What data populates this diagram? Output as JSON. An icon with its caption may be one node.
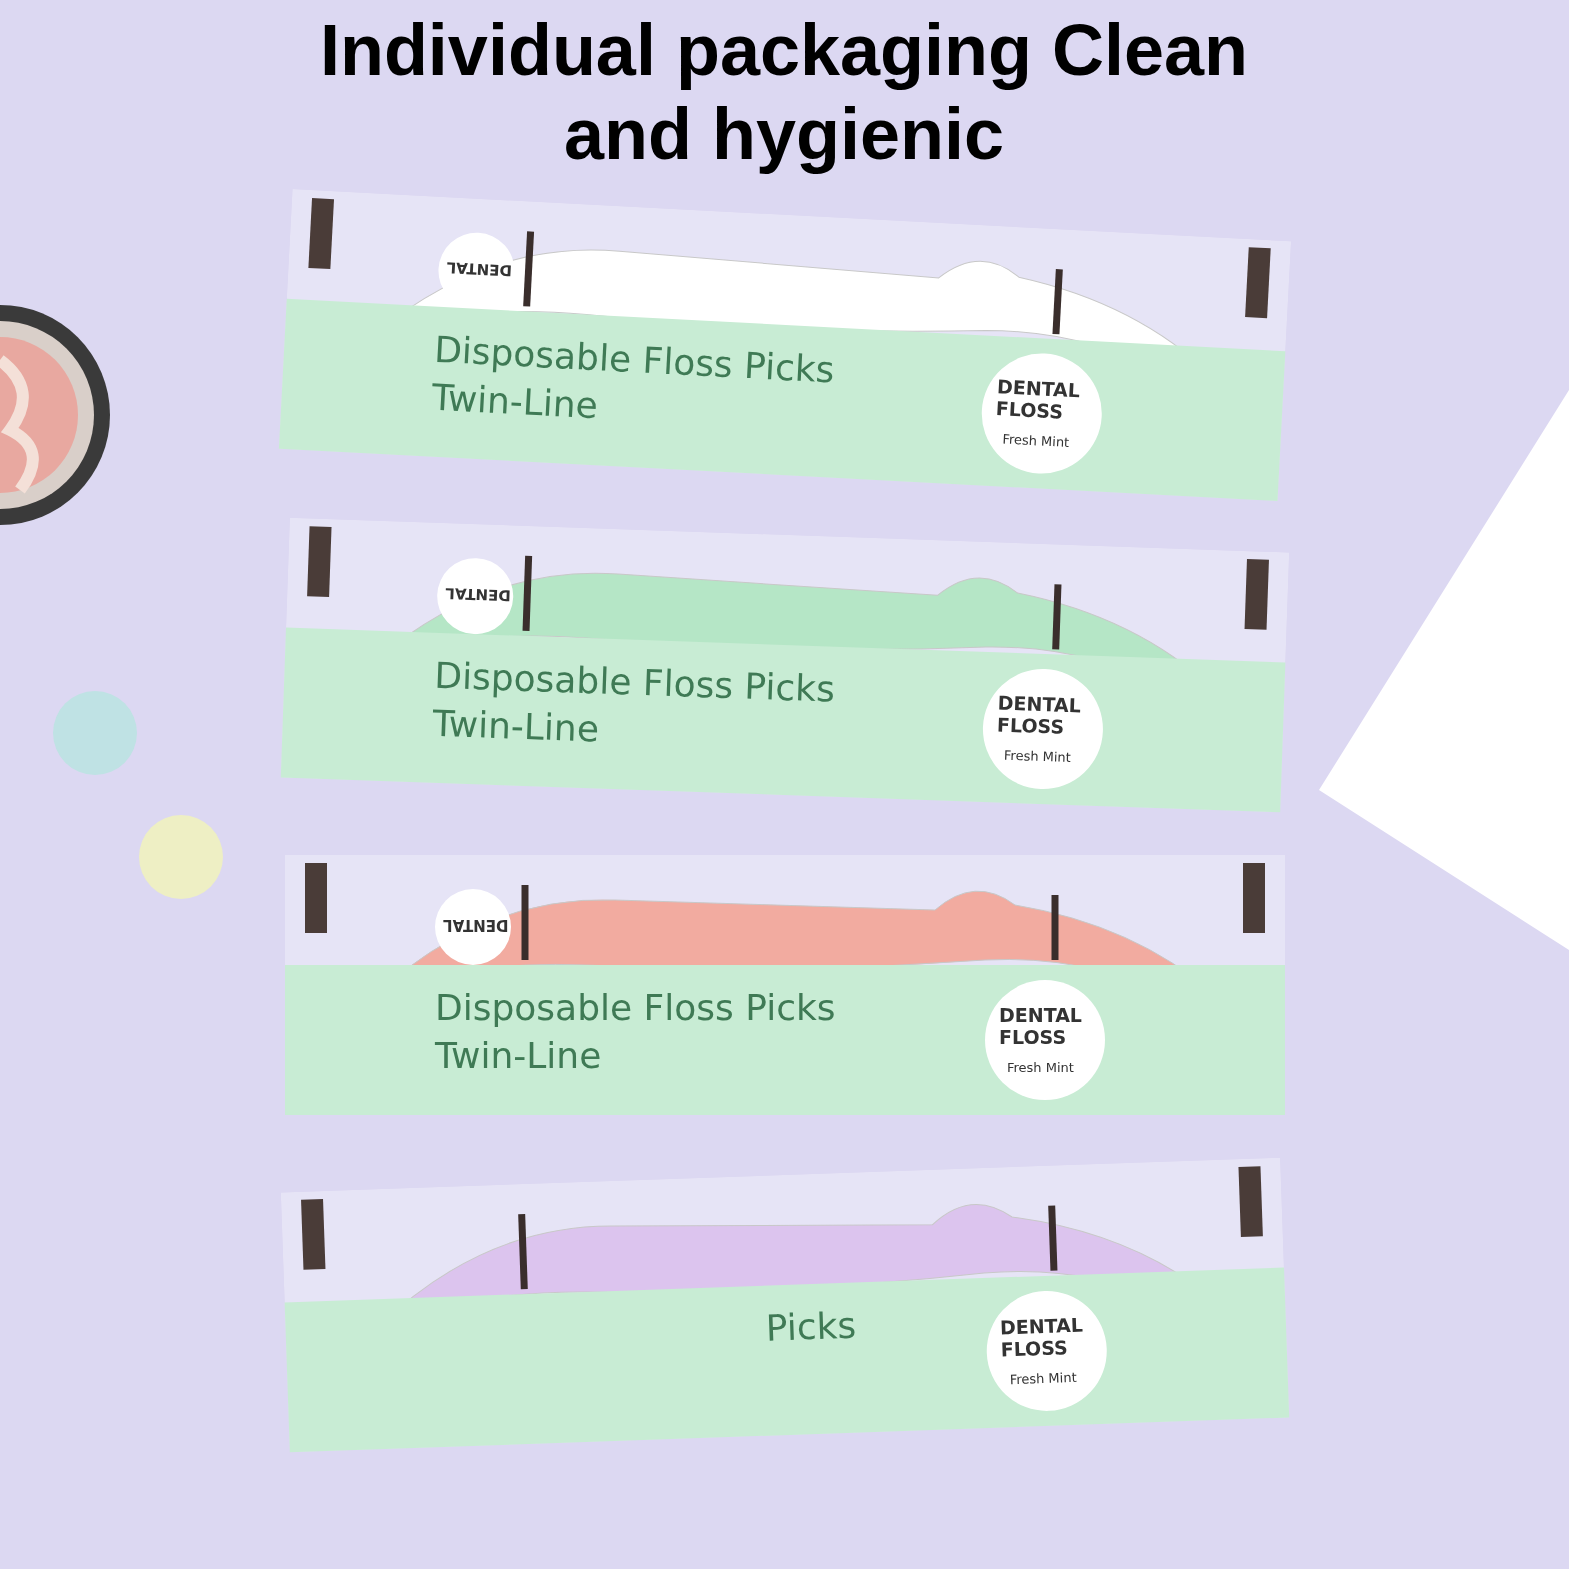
{
  "diagram": {
    "title": "Individual packaging Clean and hygienic",
    "nodes": [
      {
        "text": [
          "Disposable Floss Picks",
          "Twin-Line"
        ]
      },
      {
        "text": [
          "DENTAL FLOSS",
          "Fresh Mint"
        ],
        "in": 0
      },
      {
        "text": [
          "Disposable Floss Picks",
          "Twin-Line"
        ]
      },
      {
        "text": [
          "DENTAL FLOSS",
          "Fresh Mint"
        ],
        "in": 2
      },
      {
        "text": [
          "Disposable Floss Picks",
          "Twin-Line"
        ]
      },
      {
        "text": [
          "DENTAL FLOSS",
          "Fresh Mint"
        ],
        "in": 4
      },
      {
        "text": [
          "Picks"
        ]
      },
      {
        "text": [
          "DENTAL FLOSS",
          "Fresh Mint"
        ],
        "in": 6
      }
    ],
    "labels": [
      "DENTAL",
      "DENTAL",
      "DENTAL"
    ]
  }
}
